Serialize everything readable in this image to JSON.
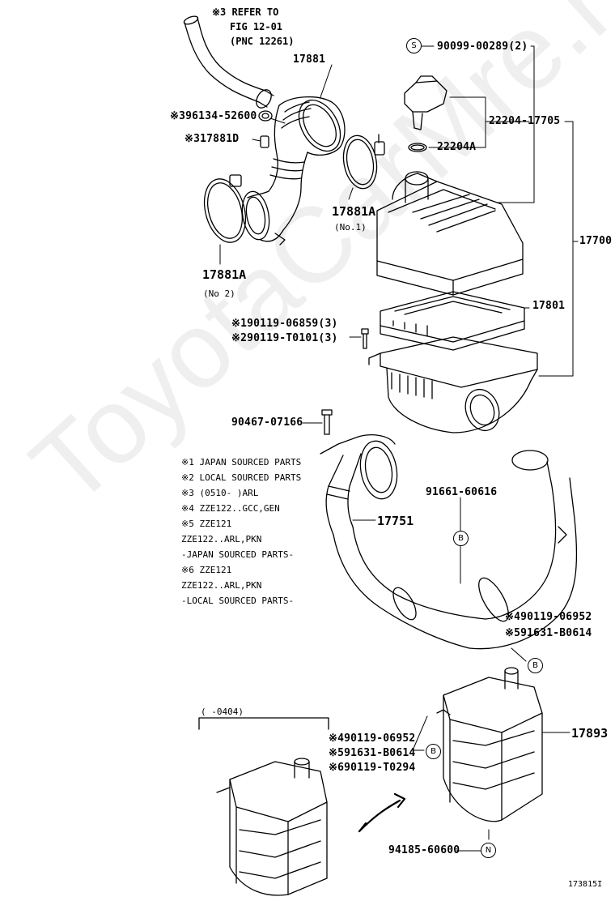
{
  "diagram": {
    "refer": {
      "line1": "※3 REFER TO",
      "line2": "FIG 12-01",
      "line3": "(PNC 12261)"
    },
    "labels": {
      "p17881": "17881",
      "p96134": "※396134-52600",
      "p17881D": "※317881D",
      "p17881A_1": "17881A",
      "p17881A_1_note": "(No.1)",
      "p17881A_2": "17881A",
      "p17881A_2_note": "(No 2)",
      "p90099": "90099-00289(2)",
      "p22204_17705": "22204-17705",
      "p22204A": "22204A",
      "p17700": "17700",
      "p17801": "17801",
      "p90119_06859": "※190119-06859(3)",
      "p90119_T0101": "※290119-T0101(3)",
      "p90467": "90467-07166",
      "p17751": "17751",
      "p91661": "91661-60616",
      "p90119_06952_a": "※490119-06952",
      "p91631_a": "※591631-B0614",
      "p17893": "17893",
      "p90119_06952_b": "※490119-06952",
      "p91631_b": "※591631-B0614",
      "p90119_T0294": "※690119-T0294",
      "p94185": "94185-60600",
      "range": "(      -0404)",
      "fig_no": "173815I"
    },
    "notes": [
      "※1 JAPAN SOURCED PARTS",
      "※2 LOCAL SOURCED PARTS",
      "※3 (0510-    )ARL",
      "※4 ZZE122..GCC,GEN",
      "※5 ZZE121",
      "    ZZE122..ARL,PKN",
      "    -JAPAN SOURCED PARTS-",
      "※6 ZZE121",
      "    ZZE122..ARL,PKN",
      "    -LOCAL SOURCED PARTS-"
    ],
    "callouts": {
      "s": "S",
      "b1": "B",
      "b2": "B",
      "b3": "B",
      "n": "N"
    },
    "watermark": "ToyotaCarMre.ru"
  }
}
